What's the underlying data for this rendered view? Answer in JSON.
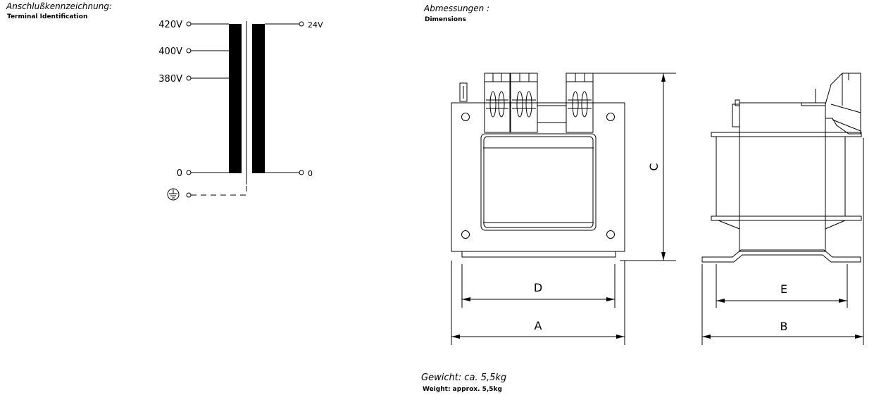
{
  "terminal": {
    "title": "Anschlußkennzeichnung:",
    "subtitle": "Terminal Identification",
    "primary_taps": [
      "420V",
      "400V",
      "380V",
      "0"
    ],
    "secondary_taps": [
      "24V",
      "0"
    ],
    "earth_symbol": "protective-earth-icon"
  },
  "dimensions": {
    "title": "Abmessungen :",
    "subtitle": "Dimensions",
    "labels": {
      "a": "A",
      "b": "B",
      "c": "C",
      "d": "D",
      "e": "E"
    }
  },
  "weight": {
    "title": "Gewicht: ca. 5,5kg",
    "subtitle": "Weight: approx. 5,5kg"
  }
}
